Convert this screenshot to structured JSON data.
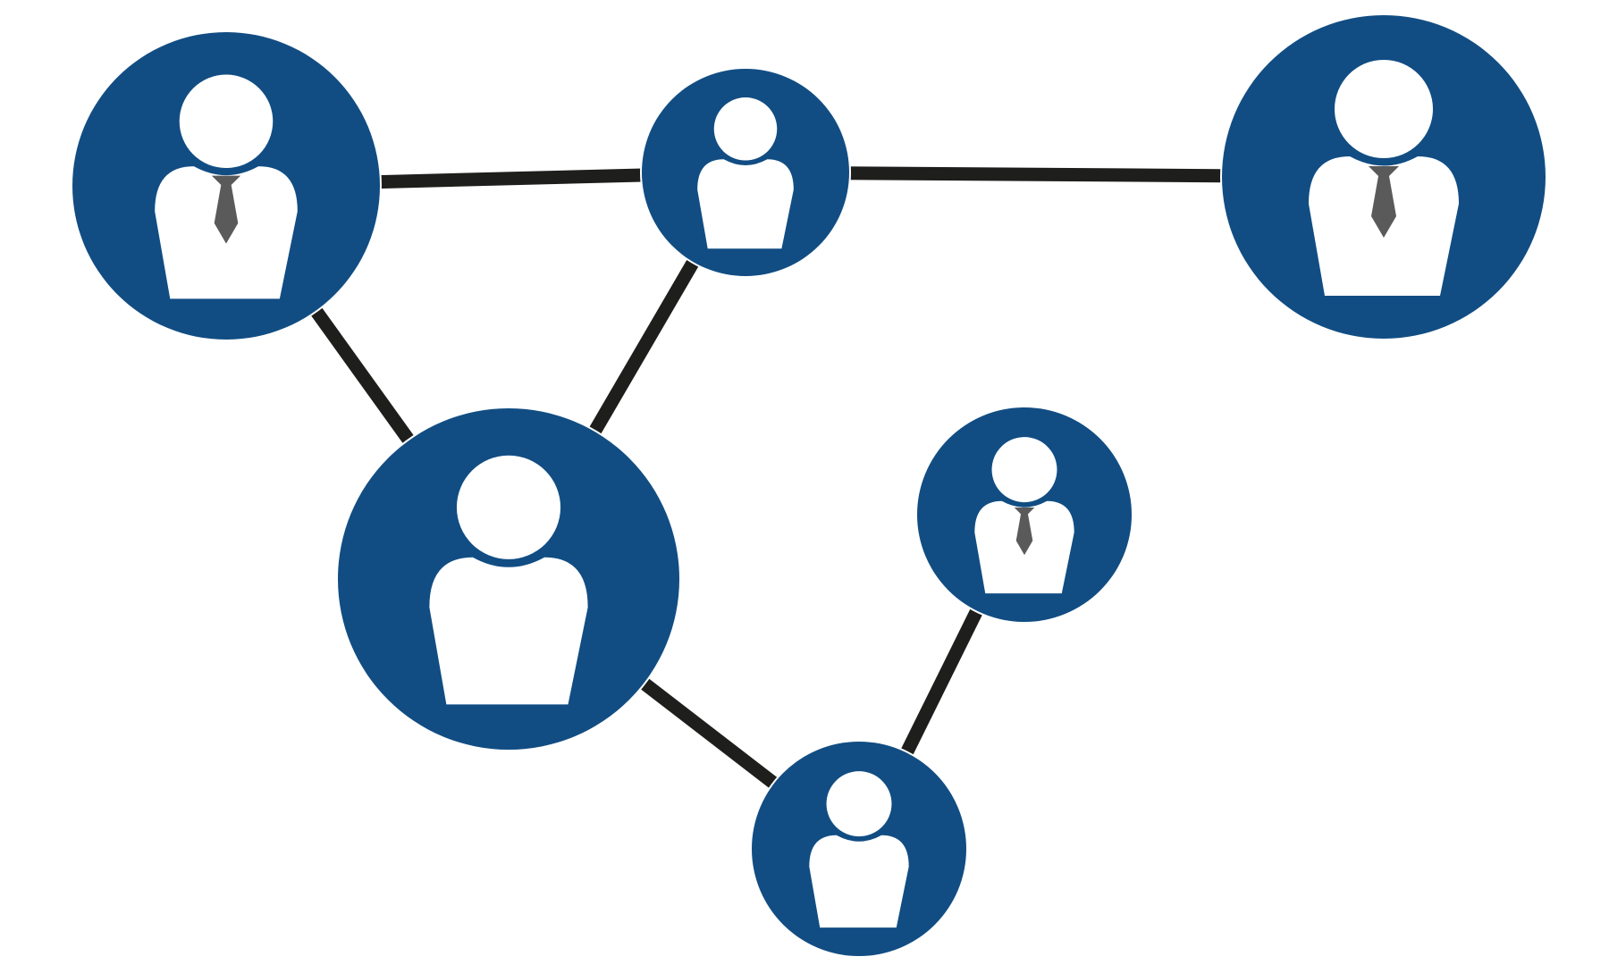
{
  "diagram": {
    "type": "network",
    "colors": {
      "background": "#ffffff",
      "node_fill": "#114d83",
      "figure_fill": "#ffffff",
      "tie_fill": "#5a5a5a",
      "edge_stroke": "#1e1e1c"
    },
    "nodes": [
      {
        "id": "n1",
        "icon": "person-with-tie-icon",
        "tie": true
      },
      {
        "id": "n2",
        "icon": "person-icon",
        "tie": false
      },
      {
        "id": "n3",
        "icon": "person-with-tie-icon",
        "tie": true
      },
      {
        "id": "n4",
        "icon": "person-icon",
        "tie": false
      },
      {
        "id": "n5",
        "icon": "person-with-tie-icon",
        "tie": true
      },
      {
        "id": "n6",
        "icon": "person-icon",
        "tie": false
      }
    ],
    "edges": [
      {
        "from": "n1",
        "to": "n2"
      },
      {
        "from": "n2",
        "to": "n3"
      },
      {
        "from": "n1",
        "to": "n4"
      },
      {
        "from": "n2",
        "to": "n4"
      },
      {
        "from": "n4",
        "to": "n6"
      },
      {
        "from": "n5",
        "to": "n6"
      }
    ]
  }
}
